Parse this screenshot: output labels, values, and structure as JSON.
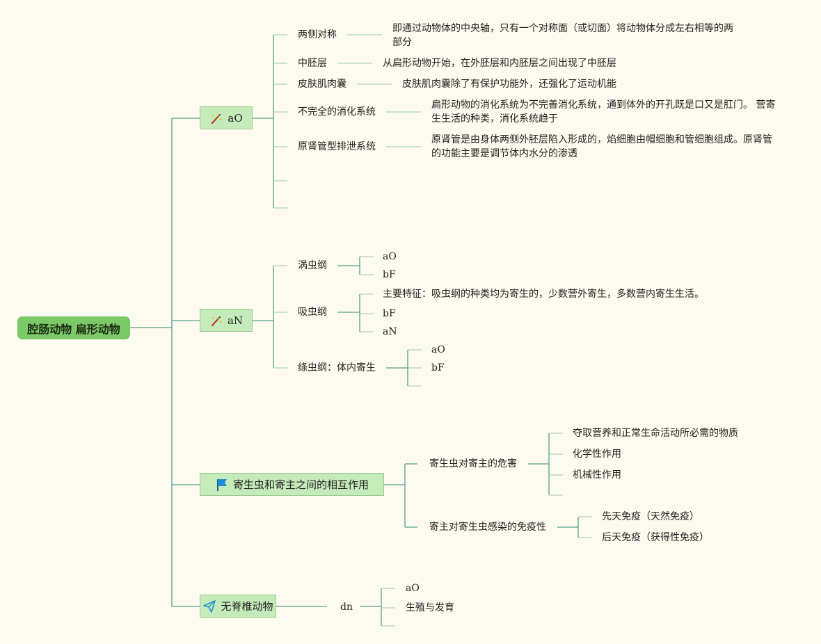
{
  "root": {
    "label": "腔肠动物 扁形动物"
  },
  "branches": [
    {
      "label": "aO",
      "icon": "magic-wand-icon",
      "children": [
        {
          "label": "两侧对称",
          "desc": "即通过动物体的中央轴，只有一个对称面（或切面）将动物体分成左右相等的两部分"
        },
        {
          "label": "中胚层",
          "desc": "从扁形动物开始，在外胚层和内胚层之间出现了中胚层"
        },
        {
          "label": "皮肤肌肉囊",
          "desc": "皮肤肌肉囊除了有保护功能外，还强化了运动机能"
        },
        {
          "label": "不完全的消化系统",
          "desc": "扁形动物的消化系统为不完善消化系统，通到体外的开孔既是口又是肛门。 营寄生生活的种类，消化系统趋于"
        },
        {
          "label": "原肾管型排泄系统",
          "desc": "原肾管是由身体两侧外胚层陷入形成的，焰细胞由帽细胞和管细胞组成。原肾管的功能主要是调节体内水分的渗透"
        },
        {
          "label": ""
        },
        {
          "label": ""
        }
      ]
    },
    {
      "label": "aN",
      "icon": "magic-wand-icon",
      "children": [
        {
          "label": "涡虫纲",
          "children": [
            "aO",
            "bF"
          ]
        },
        {
          "label": "吸虫纲",
          "children": [
            "主要特征：吸虫纲的种类均为寄生的，少数营外寄生，多数营内寄生生活。",
            "bF",
            "aN"
          ]
        },
        {
          "label": "绦虫纲：体内寄生",
          "children": [
            "aO",
            "bF",
            ""
          ]
        }
      ]
    },
    {
      "label": "寄生虫和寄主之间的相互作用",
      "icon": "flag-icon",
      "children": [
        {
          "label": "寄生虫对寄主的危害",
          "children": [
            "夺取营养和正常生命活动所必需的物质",
            "化学性作用",
            "机械性作用",
            ""
          ]
        },
        {
          "label": "寄主对寄生虫感染的免疫性",
          "children": [
            "先天免疫（天然免疫）",
            "后天免疫（获得性免疫）"
          ]
        }
      ]
    },
    {
      "label": "无脊椎动物",
      "icon": "paper-plane-icon",
      "children": [
        {
          "label": "dn",
          "children": [
            "aO",
            "生殖与发育",
            ""
          ]
        }
      ]
    }
  ],
  "colors": {
    "line": "#5a9e8c",
    "thin_line": "#9ccab4",
    "root_fill": "#7bca68",
    "box_fill": "#c6ebbb",
    "background": "#fdfbef"
  }
}
